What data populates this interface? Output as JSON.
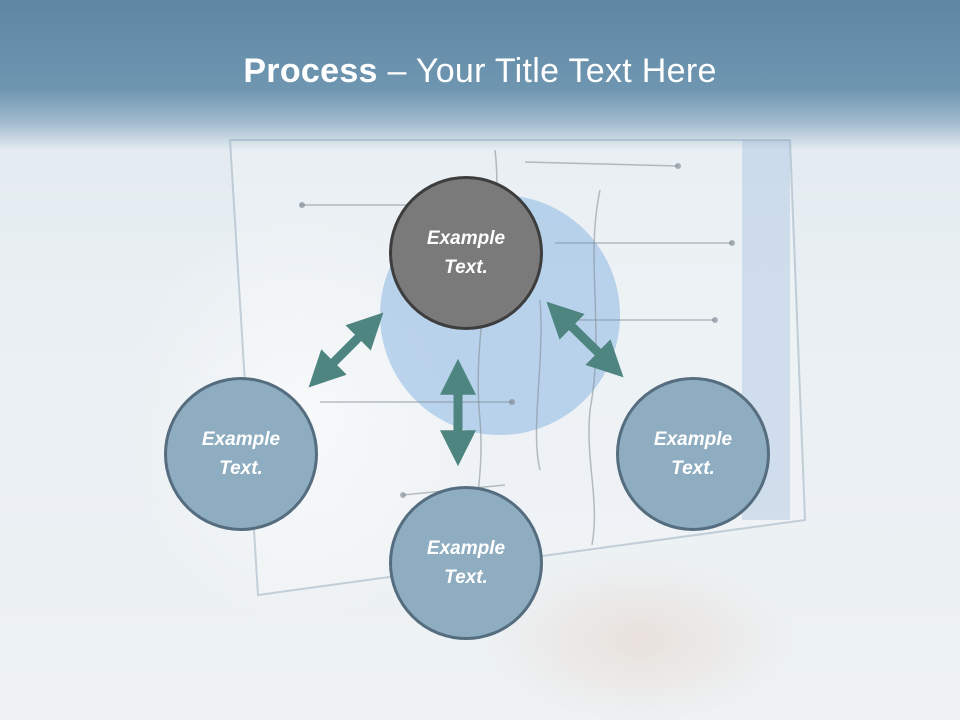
{
  "slide": {
    "title_strong": "Process",
    "title_rest": " – Your Title Text Here"
  },
  "nodes": [
    {
      "id": "top",
      "line1": "Example",
      "line2": "Text."
    },
    {
      "id": "left",
      "line1": "Example",
      "line2": "Text."
    },
    {
      "id": "bottom",
      "line1": "Example",
      "line2": "Text."
    },
    {
      "id": "right",
      "line1": "Example",
      "line2": "Text."
    }
  ],
  "colors": {
    "title_bar": "#6a8fab",
    "node_fill": "#8fadc0",
    "node_border": "#556d7e",
    "center_fill": "#7a7a7a",
    "center_border": "#3d3d3d",
    "arrow": "#4f8580"
  }
}
